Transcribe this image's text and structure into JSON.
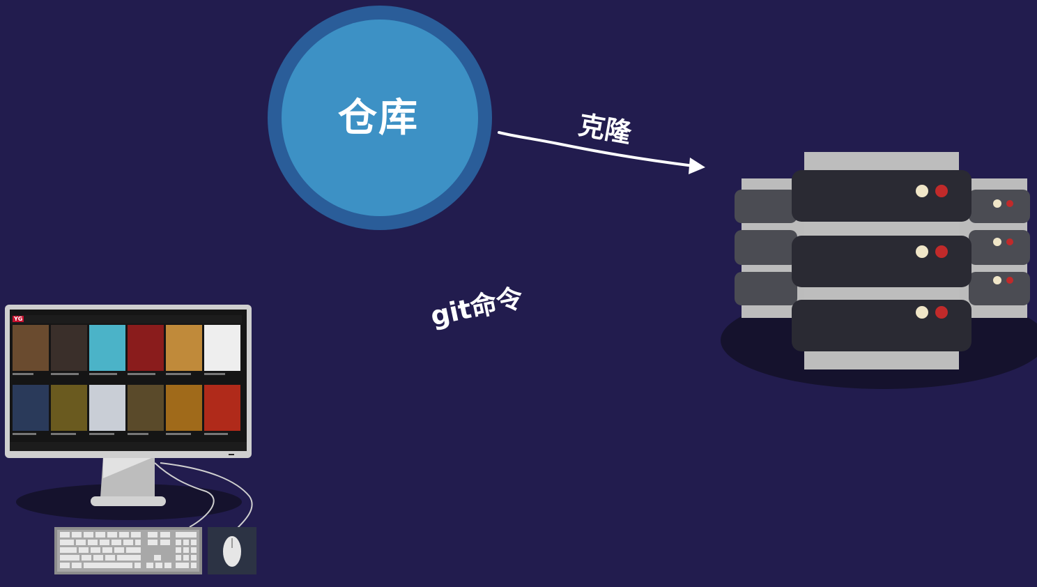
{
  "diagram": {
    "repository_label": "仓库",
    "clone_label": "克隆",
    "git_command_label": "git命令"
  },
  "colors": {
    "background": "#221c4e",
    "repo_ring": "#2a5d99",
    "repo_fill": "#3d91c5",
    "server_body": "#2a2a33",
    "server_panel": "#4a4b52",
    "server_rail": "#bbbbbb",
    "led_light": "#f0e6c8",
    "led_red": "#c12a2a",
    "monitor_frame": "#cfcfcf",
    "arrow": "#ffffff"
  },
  "icons": {
    "repository": "repository-circle",
    "server": "server-rack-icon",
    "computer": "desktop-computer-icon",
    "keyboard": "keyboard-icon",
    "mouse": "mouse-icon",
    "arrow": "arrow-right-icon"
  },
  "monitor_screen": {
    "logo_text": "YG"
  }
}
